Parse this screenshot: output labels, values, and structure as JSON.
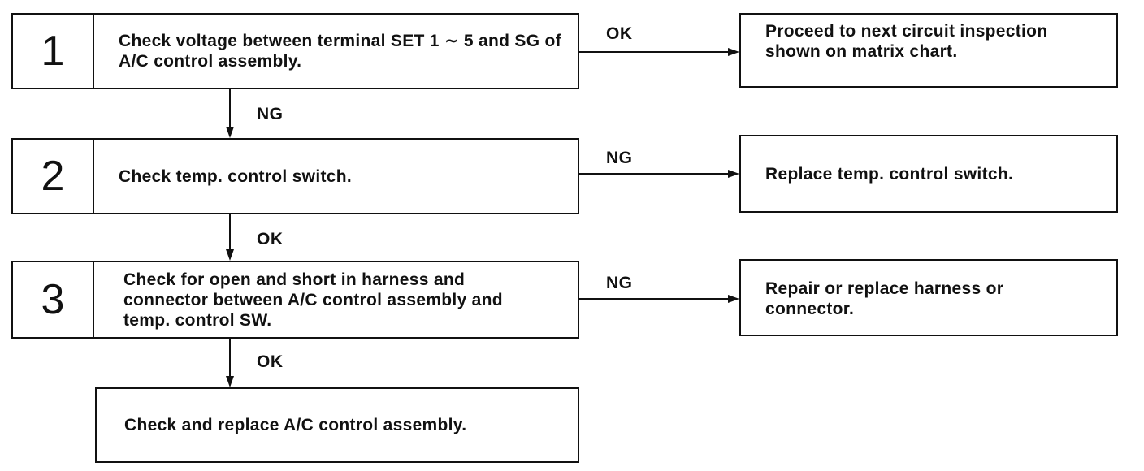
{
  "steps": [
    {
      "number": "1",
      "text": "Check voltage between terminal SET 1 ∼ 5 and SG of A/C control assembly.",
      "right_label": "OK",
      "down_label": "NG"
    },
    {
      "number": "2",
      "text": "Check temp. control switch.",
      "right_label": "NG",
      "down_label": "OK"
    },
    {
      "number": "3",
      "text": "Check for open and short in harness and connector between A/C control assembly and temp. control SW.",
      "right_label": "NG",
      "down_label": "OK"
    }
  ],
  "results": [
    {
      "text": "Proceed to next circuit inspection shown on matrix chart."
    },
    {
      "text": "Replace temp. control switch."
    },
    {
      "text": "Repair or replace harness or connector."
    }
  ],
  "final": {
    "text": "Check and replace A/C control assembly."
  }
}
